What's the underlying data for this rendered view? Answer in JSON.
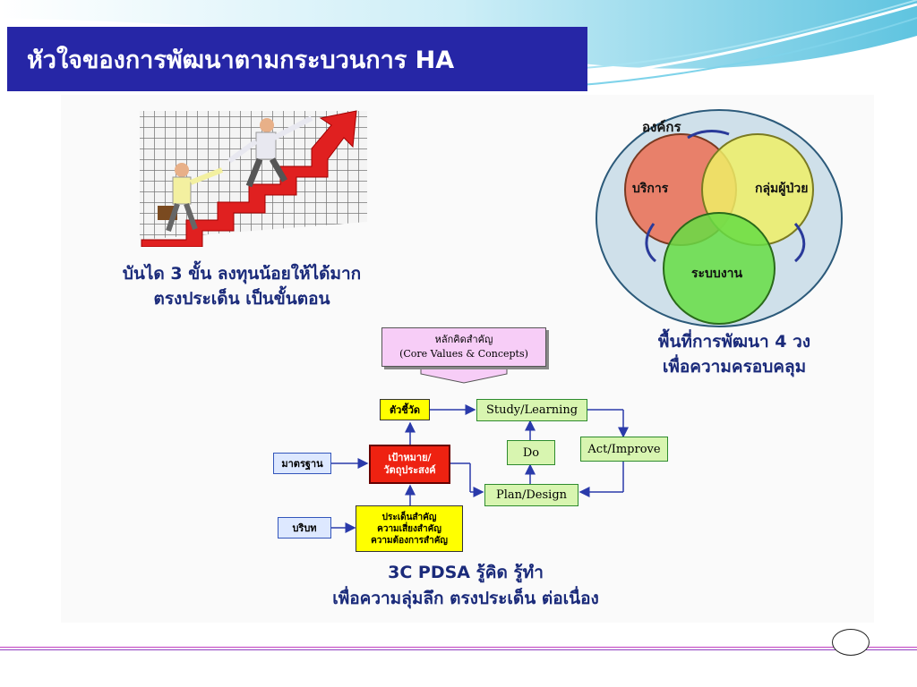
{
  "slide": {
    "title": "หัวใจของการพัฒนาตามกระบวนการ HA"
  },
  "stairs_panel": {
    "caption_line1": "บันได 3 ขั้น ลงทุนน้อยให้ได้มาก",
    "caption_line2": "ตรงประเด็น เป็นขั้นตอน"
  },
  "venn_panel": {
    "outer_label": "องค์กร",
    "circle_service": "บริการ",
    "circle_patients": "กลุ่มผู้ป่วย",
    "circle_system": "ระบบงาน",
    "caption_line1": "พื้นที่การพัฒนา 4 วง",
    "caption_line2": "เพื่อความครอบคลุม"
  },
  "pdsa_panel": {
    "core_values_line1": "หลักคิดสำคัญ",
    "core_values_line2": "(Core Values & Concepts)",
    "indicator": "ตัวชี้วัด",
    "standard": "มาตรฐาน",
    "context": "บริบท",
    "goal_line1": "เป้าหมาย/",
    "goal_line2": "วัตถุประสงค์",
    "key_issues_line1": "ประเด็นสำคัญ",
    "key_issues_line2": "ความเสี่ยงสำคัญ",
    "key_issues_line3": "ความต้องการสำคัญ",
    "study": "Study/Learning",
    "do": "Do",
    "act": "Act/Improve",
    "plan": "Plan/Design",
    "caption_line1": "3C PDSA รู้คิด รู้ทำ",
    "caption_line2": "เพื่อความลุ่มลึก ตรงประเด็น ต่อเนื่อง"
  },
  "colors": {
    "title_bg": "#2626a6",
    "caption_text": "#1a2a7a",
    "venn_service": "#e8806a",
    "venn_patients": "#eeee66",
    "venn_system": "#66dd44",
    "venn_outer": "#cfe0ea"
  }
}
